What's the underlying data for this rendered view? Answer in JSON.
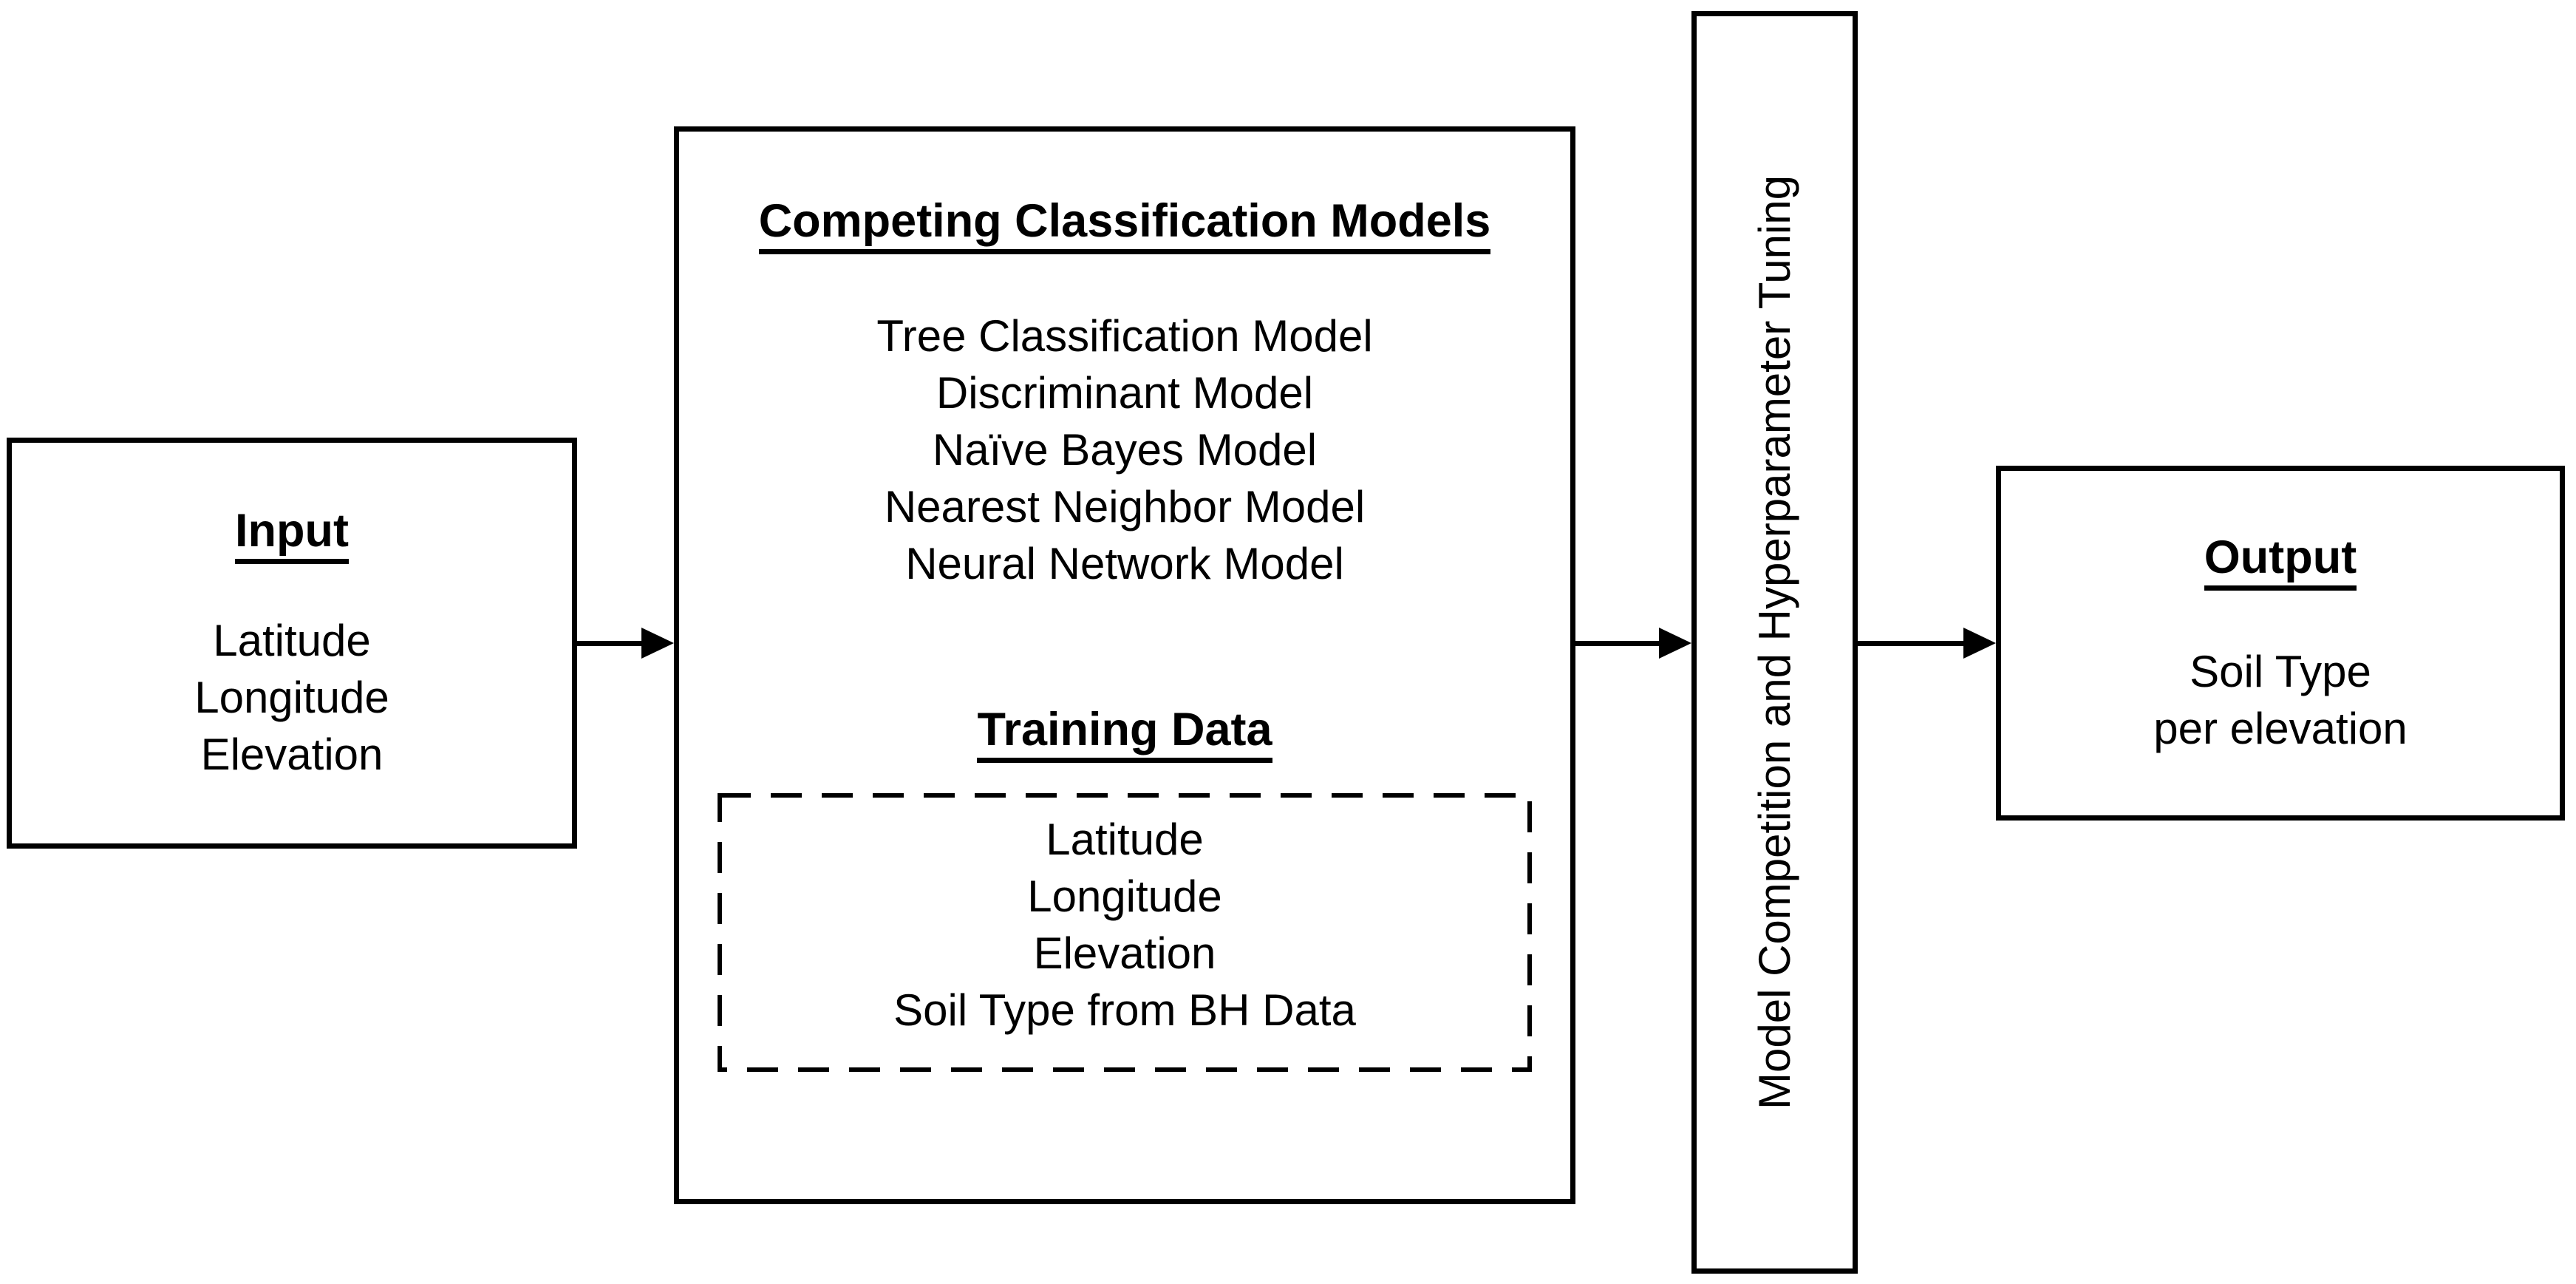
{
  "page": {
    "background_color": "#ffffff",
    "line_color": "#000000"
  },
  "input_box": {
    "title": "Input",
    "items": [
      "Latitude",
      "Longitude",
      "Elevation"
    ]
  },
  "models_box": {
    "title": "Competing Classification Models",
    "models": [
      "Tree Classification Model",
      "Discriminant Model",
      "Naïve Bayes Model",
      "Nearest Neighbor Model",
      "Neural Network Model"
    ],
    "training_title": "Training Data",
    "training_items": [
      "Latitude",
      "Longitude",
      "Elevation",
      "Soil Type from BH Data"
    ]
  },
  "tuning_box": {
    "label": "Model Competition and Hyperparameter Tuning"
  },
  "output_box": {
    "title": "Output",
    "lines": [
      "Soil Type",
      "per elevation"
    ]
  }
}
